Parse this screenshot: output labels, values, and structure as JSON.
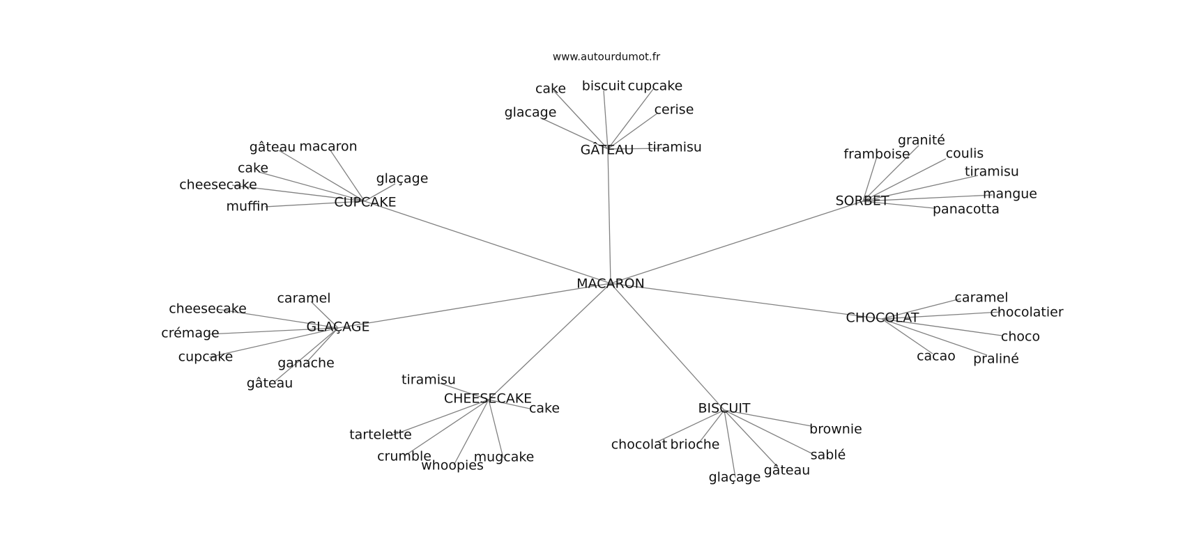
{
  "watermark": "www.autourdumot.fr",
  "center": {
    "label": "MACARON"
  },
  "clusters": [
    {
      "label": "GÂTEAU",
      "words": [
        "cake",
        "biscuit",
        "cupcake",
        "glacage",
        "cerise",
        "tiramisu"
      ]
    },
    {
      "label": "CUPCAKE",
      "words": [
        "gâteau",
        "macaron",
        "cake",
        "glaçage",
        "cheesecake",
        "muffin"
      ]
    },
    {
      "label": "SORBET",
      "words": [
        "granité",
        "framboise",
        "coulis",
        "tiramisu",
        "mangue",
        "panacotta"
      ]
    },
    {
      "label": "GLAÇAGE",
      "words": [
        "caramel",
        "cheesecake",
        "crémage",
        "cupcake",
        "ganache",
        "gâteau"
      ]
    },
    {
      "label": "CHOCOLAT",
      "words": [
        "caramel",
        "chocolatier",
        "choco",
        "cacao",
        "praliné"
      ]
    },
    {
      "label": "CHEESECAKE",
      "words": [
        "tiramisu",
        "cake",
        "tartelette",
        "crumble",
        "whoopies",
        "mugcake"
      ]
    },
    {
      "label": "BISCUIT",
      "words": [
        "brownie",
        "chocolat",
        "brioche",
        "sablé",
        "glaçage",
        "gâteau"
      ]
    }
  ]
}
